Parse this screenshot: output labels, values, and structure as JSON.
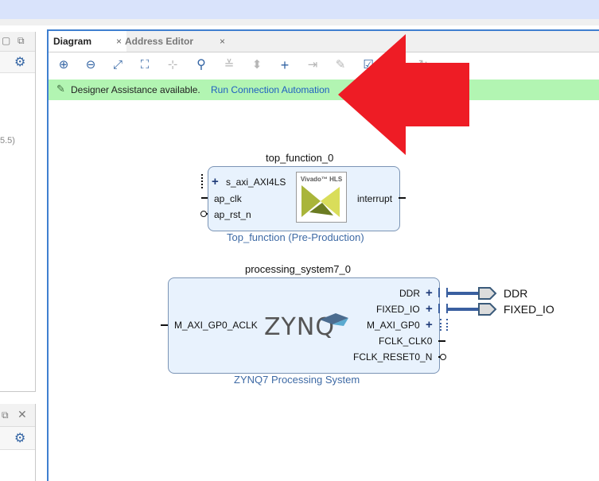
{
  "tabs": [
    {
      "label": "Diagram",
      "active": true
    },
    {
      "label": "Address Editor",
      "active": false
    }
  ],
  "tab_close_glyph": "×",
  "toolbar_icons": [
    "zoom-in-icon",
    "zoom-out-icon",
    "fit-view-icon",
    "fit-selection-icon",
    "auto-connect-icon",
    "search-icon",
    "collapse-icon",
    "expand-icon",
    "add-ip-icon",
    "create-port-icon",
    "customize-icon",
    "validate-icon",
    "regenerate-icon",
    "hierarchy-icon"
  ],
  "assist_bar": {
    "text": "Designer Assistance available.",
    "link": "Run Connection Automation"
  },
  "left_pane": {
    "version_fragment": "5.5)"
  },
  "block_top_function": {
    "instance": "top_function_0",
    "subtitle": "Top_function (Pre-Production)",
    "logo_text": "Vivado™ HLS",
    "ports_left": [
      "s_axi_AXI4LS",
      "ap_clk",
      "ap_rst_n"
    ],
    "ports_right": [
      "interrupt"
    ]
  },
  "block_ps7": {
    "instance": "processing_system7_0",
    "subtitle": "ZYNQ7 Processing System",
    "logo_text": "ZYNQ",
    "ports_left": [
      "M_AXI_GP0_ACLK"
    ],
    "ports_right": [
      "DDR",
      "FIXED_IO",
      "M_AXI_GP0",
      "FCLK_CLK0",
      "FCLK_RESET0_N"
    ]
  },
  "external_ports": [
    "DDR",
    "FIXED_IO"
  ],
  "colors": {
    "accent": "#3f7fd0",
    "assist_bg": "#b2f5b2",
    "block_bg": "#e8f2fd",
    "arrow": "#ee1c25"
  }
}
